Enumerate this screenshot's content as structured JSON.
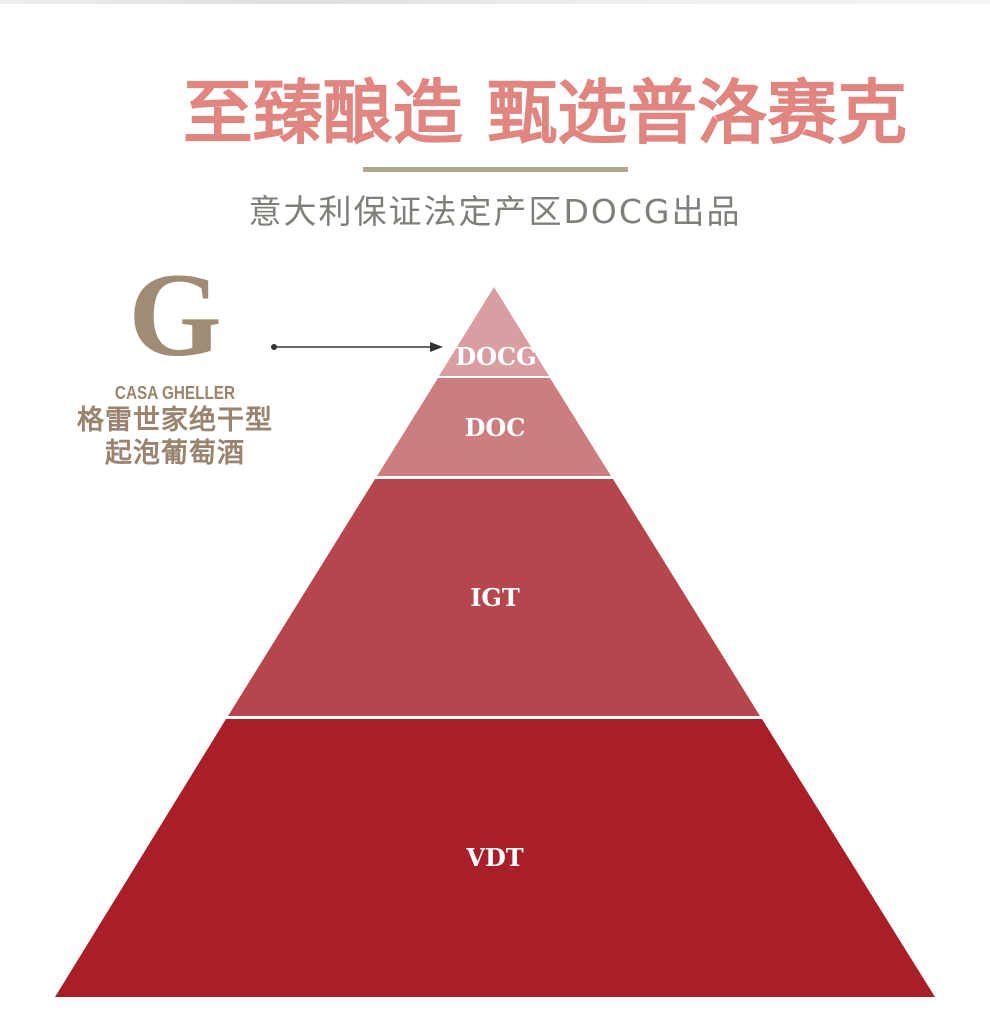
{
  "header": {
    "title": "至臻酿造 甄选普洛赛克",
    "subtitle": "意大利保证法定产区DOCG出品"
  },
  "logo": {
    "letter": "G",
    "brand": "CASA GHELLER",
    "product_line1": "格雷世家绝干型",
    "product_line2": "起泡葡萄酒"
  },
  "pyramid": {
    "levels": [
      {
        "label": "DOCG",
        "color": "#d89ea1"
      },
      {
        "label": "DOC",
        "color": "#cc7d80"
      },
      {
        "label": "IGT",
        "color": "#b5464d"
      },
      {
        "label": "VDT",
        "color": "#a81f29"
      }
    ],
    "pointer_target": "DOCG"
  }
}
